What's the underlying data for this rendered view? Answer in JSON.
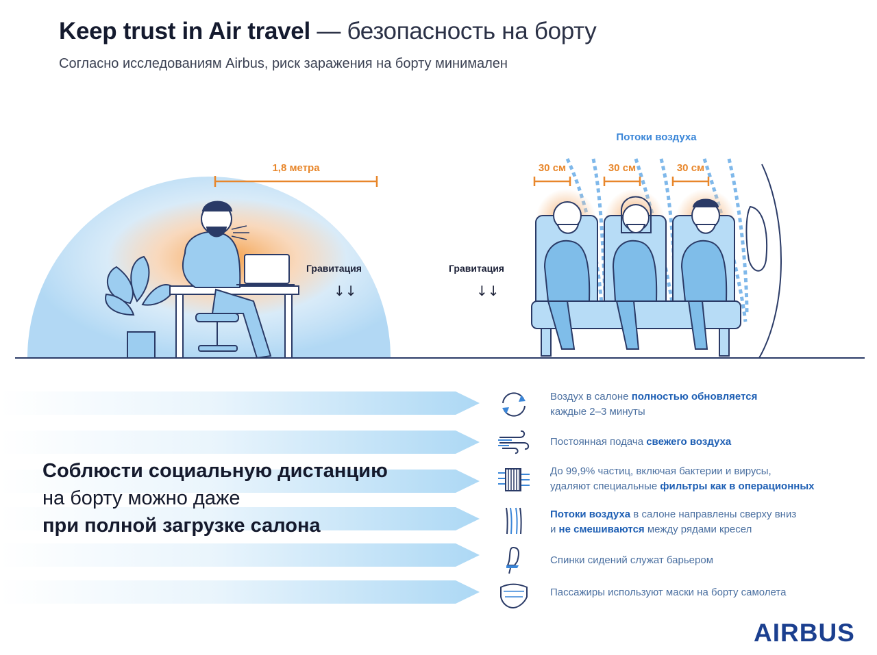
{
  "header": {
    "title_bold": "Keep trust in Air travel",
    "title_rest": " — безопасность на борту",
    "subtitle": "Согласно исследованиям Airbus, риск заражения на борту минимален"
  },
  "scene": {
    "distance_label": "1,8 метра",
    "gravity_left": "Гравитация",
    "gravity_right": "Гравитация",
    "gravity_arrows": "↓↓",
    "airflow_label": "Потоки воздуха",
    "seat_gaps": [
      "30 см",
      "30 см",
      "30 см"
    ]
  },
  "headline": {
    "line1": "Соблюсти социальную дистанцию",
    "line2": "на борту можно даже",
    "line3": "при полной загрузке салона"
  },
  "features": [
    {
      "icon": "refresh-icon",
      "pre1": "Воздух в салоне ",
      "bold1": "полностью обновляется",
      "line2": "каждые 2–3 минуты"
    },
    {
      "icon": "wind-icon",
      "pre1": "Постоянная подача ",
      "bold1": "свежего воздуха"
    },
    {
      "icon": "filter-icon",
      "pre1": "До 99,9% частиц, включая бактерии и вирусы,",
      "line2pre": "удаляют специальные ",
      "line2bold": "фильтры как в операционных"
    },
    {
      "icon": "airflow-icon",
      "bold1": "Потоки воздуха",
      "post1": " в салоне направлены сверху вниз",
      "line2pre": "и ",
      "line2bold": "не смешиваются",
      "line2post": " между рядами кресел"
    },
    {
      "icon": "seat-icon",
      "pre1": "Спинки сидений служат барьером"
    },
    {
      "icon": "mask-icon",
      "pre1": "Пассажиры используют маски на борту самолета"
    }
  ],
  "brand": {
    "logo": "AIRBUS"
  },
  "colors": {
    "orange": "#e8862a",
    "blue": "#3a86d8",
    "navy": "#1b3f8f"
  }
}
